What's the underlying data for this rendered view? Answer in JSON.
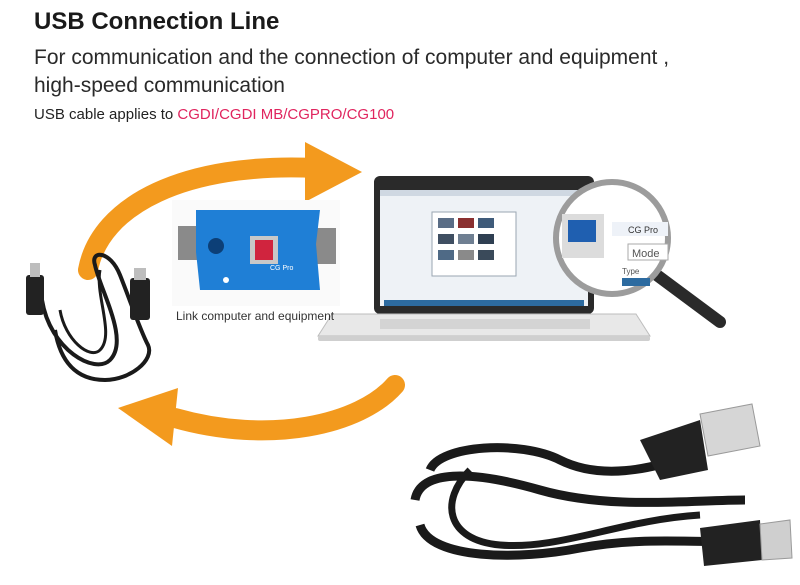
{
  "header": {
    "title": "USB Connection Line",
    "subtitle_line1": "For communication and the connection of computer and equipment ,",
    "subtitle_line2": "high-speed communication",
    "applies_prefix": "USB cable applies to ",
    "applies_devices": "CGDI/CGDI MB/CGPRO/CG100"
  },
  "illustration": {
    "device_caption": "Link computer and equipment",
    "device_badge": "CG Pro",
    "magnifier_title": "CG Pro",
    "magnifier_field": "Mode",
    "magnifier_label": "Type"
  },
  "colors": {
    "arrow": "#f39a1e",
    "device_blue": "#1f7fd6",
    "highlight": "#e0245e",
    "cable": "#1a1a1a"
  },
  "icons": [
    "usb-cable-image",
    "laptop-image",
    "cg-pro-device-image",
    "magnifier-image",
    "orange-arrow-icon"
  ]
}
